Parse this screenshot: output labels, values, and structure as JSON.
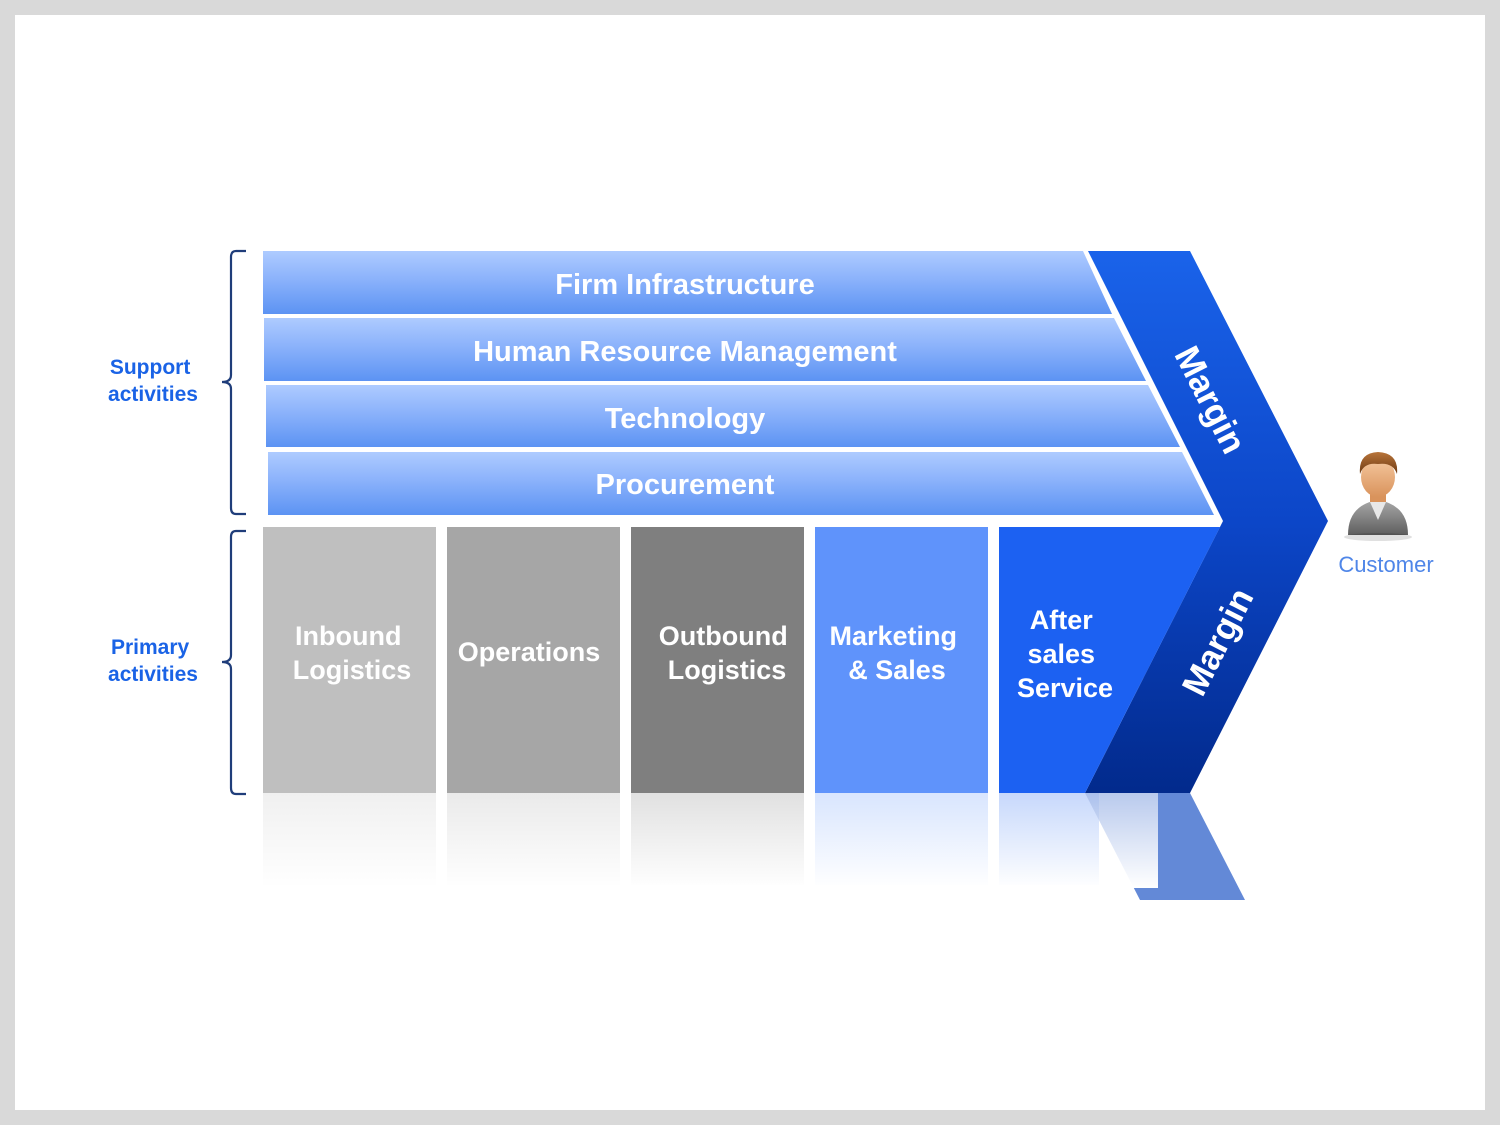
{
  "diagram": {
    "group_labels": {
      "support": [
        "Support",
        "activities"
      ],
      "primary": [
        "Primary",
        "activities"
      ]
    },
    "support_activities": [
      "Firm Infrastructure",
      "Human Resource Management",
      "Technology",
      "Procurement"
    ],
    "primary_activities": [
      {
        "lines": [
          "Inbound",
          "Logistics"
        ]
      },
      {
        "lines": [
          "Operations"
        ]
      },
      {
        "lines": [
          "Outbound",
          "Logistics"
        ]
      },
      {
        "lines": [
          "Marketing",
          "& Sales"
        ]
      },
      {
        "lines": [
          "After",
          "sales",
          "Service"
        ]
      }
    ],
    "margin_labels": [
      "Margin",
      "Margin"
    ],
    "customer_label": "Customer"
  }
}
